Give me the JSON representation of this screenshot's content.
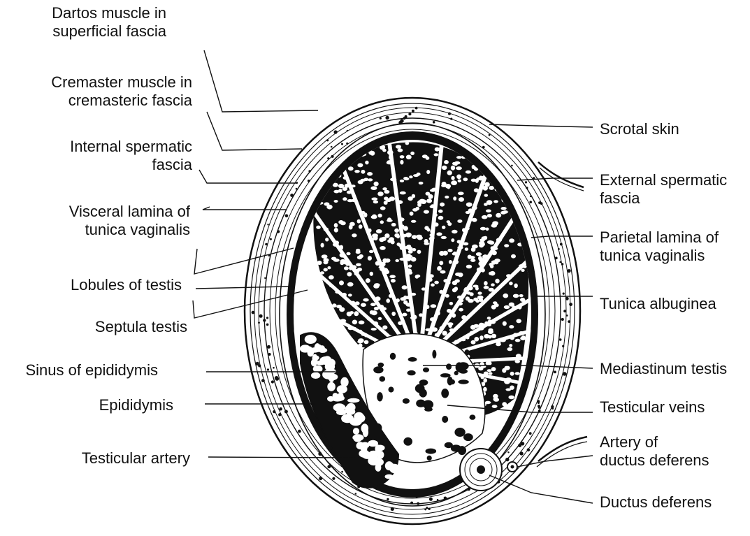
{
  "left_labels": [
    {
      "id": "dartos",
      "lines": [
        "Dartos muscle in",
        "superficial fascia"
      ]
    },
    {
      "id": "cremaster",
      "lines": [
        "Cremaster muscle in",
        "cremasteric fascia"
      ]
    },
    {
      "id": "internal-spermatic",
      "lines": [
        "Internal spermatic",
        "fascia"
      ]
    },
    {
      "id": "visceral-lamina",
      "lines": [
        "Visceral lamina of",
        "tunica vaginalis"
      ]
    },
    {
      "id": "lobules",
      "lines": [
        "Lobules of testis"
      ]
    },
    {
      "id": "septula",
      "lines": [
        "Septula testis"
      ]
    },
    {
      "id": "sinus-epididymis",
      "lines": [
        "Sinus of epididymis"
      ]
    },
    {
      "id": "epididymis",
      "lines": [
        "Epididymis"
      ]
    },
    {
      "id": "testicular-artery",
      "lines": [
        "Testicular artery"
      ]
    }
  ],
  "right_labels": [
    {
      "id": "scrotal-skin",
      "lines": [
        "Scrotal skin"
      ]
    },
    {
      "id": "external-spermatic",
      "lines": [
        "External spermatic",
        "fascia"
      ]
    },
    {
      "id": "parietal-lamina",
      "lines": [
        "Parietal lamina of",
        "tunica vaginalis"
      ]
    },
    {
      "id": "tunica-albuginea",
      "lines": [
        "Tunica albuginea"
      ]
    },
    {
      "id": "mediastinum",
      "lines": [
        "Mediastinum testis"
      ]
    },
    {
      "id": "testicular-veins",
      "lines": [
        "Testicular veins"
      ]
    },
    {
      "id": "artery-ductus",
      "lines": [
        "Artery of",
        "ductus deferens"
      ]
    },
    {
      "id": "ductus-deferens",
      "lines": [
        "Ductus deferens"
      ]
    }
  ]
}
